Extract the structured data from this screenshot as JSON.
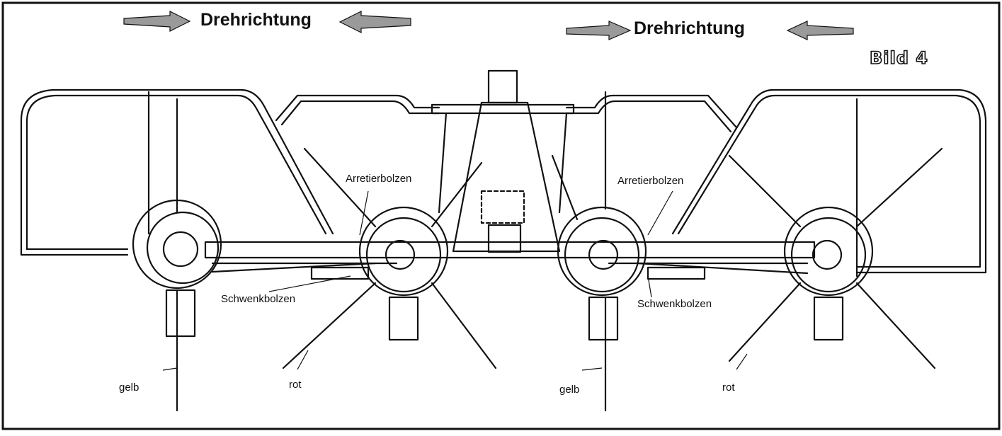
{
  "figure_label": "Bild 4",
  "rotation_direction_left": "Drehrichtung",
  "rotation_direction_right": "Drehrichtung",
  "labels": {
    "locking_bolt_left": "Arretierbolzen",
    "locking_bolt_right": "Arretierbolzen",
    "pivot_bolt_left": "Schwenkbolzen",
    "pivot_bolt_right": "Schwenkbolzen",
    "color_yellow_left": "gelb",
    "color_red_left": "rot",
    "color_yellow_right": "gelb",
    "color_red_right": "rot"
  },
  "colors": {
    "ink": "#111111",
    "arrow_fill": "#9a9a9a"
  }
}
